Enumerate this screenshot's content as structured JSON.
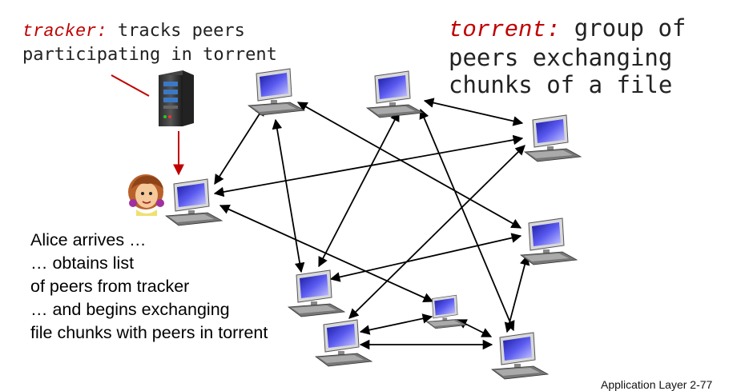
{
  "tracker_note": {
    "label": "tracker:",
    "line1_rest": " tracks peers",
    "line2": "participating in torrent"
  },
  "torrent_note": {
    "label": "torrent:",
    "line1_rest": " group of",
    "line2": "peers exchanging",
    "line3": "chunks of a file"
  },
  "alice_note": {
    "lines": [
      "Alice arrives  …",
      " … obtains list",
      " of peers from tracker",
      "… and begins exchanging",
      "file chunks with peers in torrent"
    ]
  },
  "footer": "Application Layer 2-77",
  "colors": {
    "accent_red": "#c00000",
    "arrow": "#000000",
    "screen_blue": "#3a3ad0"
  },
  "icons": [
    "server-icon",
    "computer-icon",
    "person-icon"
  ]
}
